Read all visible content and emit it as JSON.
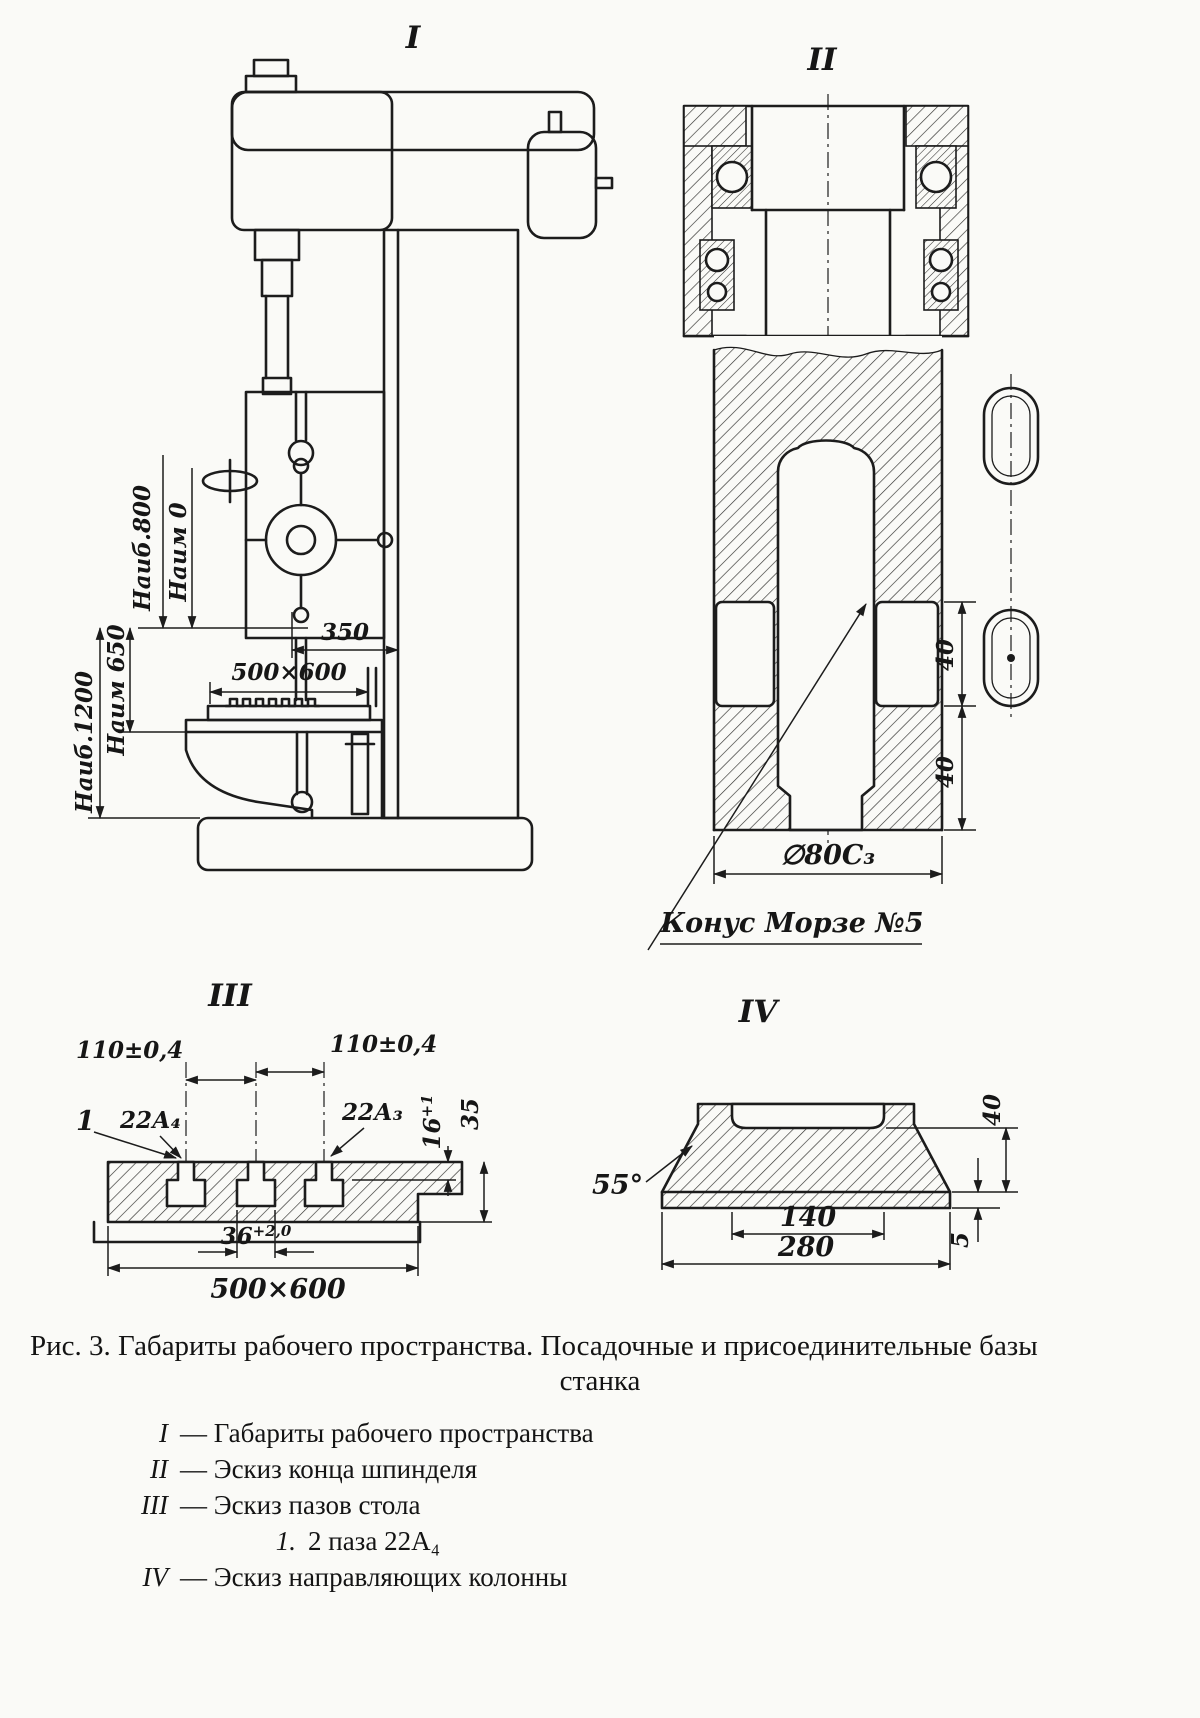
{
  "colors": {
    "ink": "#1c1c1c",
    "paper": "#fafaf7"
  },
  "views": {
    "v1": {
      "label": "I",
      "dim_naib800": "Наиб.800",
      "dim_naim0": "Наим 0",
      "dim_naib1200": "Наиб.1200",
      "dim_naim650": "Наим 650",
      "dim_350": "350",
      "dim_table": "500×600"
    },
    "v2": {
      "label": "II",
      "dim_40_upper": "40",
      "dim_40_lower": "40",
      "dim_dia": "∅80С₃",
      "callout_morse": "Конус Морзе №5"
    },
    "v3": {
      "label": "III",
      "dim_110_left": "110±0,4",
      "dim_110_right": "110±0,4",
      "callout_1": "1",
      "slot_a4": "22А₄",
      "slot_a3": "22А₃",
      "dim_16": "16",
      "dim_16_tol": "+1",
      "dim_35": "35",
      "dim_36": "36",
      "dim_36_tol": "+2,0",
      "dim_table": "500×600"
    },
    "v4": {
      "label": "IV",
      "dim_angle": "55°",
      "dim_140": "140",
      "dim_280": "280",
      "dim_40": "40",
      "dim_5": "5"
    }
  },
  "caption": {
    "title_line1": "Рис. 3. Габариты рабочего пространства. Посадочные и присоединительные базы",
    "title_line2": "станка",
    "legend": [
      {
        "num": "I",
        "text": "— Габариты рабочего пространства"
      },
      {
        "num": "II",
        "text": "— Эскиз конца шпинделя"
      },
      {
        "num": "III",
        "text": "— Эскиз пазов стола"
      },
      {
        "num": "1.",
        "text": "2 паза 22А₄"
      },
      {
        "num": "IV",
        "text": "— Эскиз направляющих колонны"
      }
    ]
  }
}
